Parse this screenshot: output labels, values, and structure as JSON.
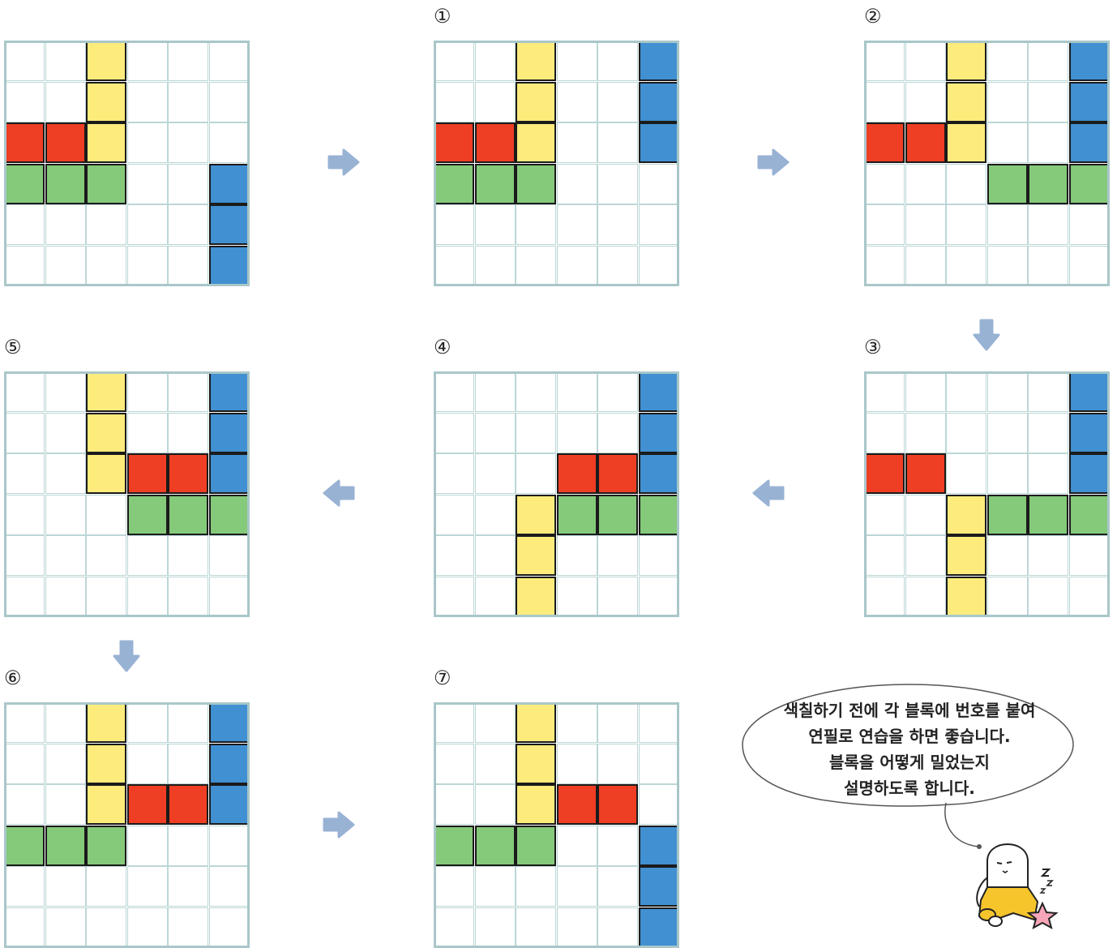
{
  "colors": {
    "yellow": "#fdec7c",
    "red": "#ee3e24",
    "green": "#85c97a",
    "blue": "#4190d2",
    "grid": "#bcd6d6",
    "frame": "#a9c7c9",
    "arrow": "#98b2d4"
  },
  "boards": [
    {
      "label": "",
      "blocks": [
        {
          "c": "yellow",
          "cells": [
            [
              2,
              0
            ],
            [
              2,
              1
            ],
            [
              2,
              2
            ]
          ]
        },
        {
          "c": "red",
          "cells": [
            [
              0,
              2
            ],
            [
              1,
              2
            ]
          ]
        },
        {
          "c": "green",
          "cells": [
            [
              0,
              3
            ],
            [
              1,
              3
            ],
            [
              2,
              3
            ]
          ]
        },
        {
          "c": "blue",
          "cells": [
            [
              5,
              3
            ],
            [
              5,
              4
            ],
            [
              5,
              5
            ]
          ]
        }
      ]
    },
    {
      "label": "①",
      "blocks": [
        {
          "c": "yellow",
          "cells": [
            [
              2,
              0
            ],
            [
              2,
              1
            ],
            [
              2,
              2
            ]
          ]
        },
        {
          "c": "red",
          "cells": [
            [
              0,
              2
            ],
            [
              1,
              2
            ]
          ]
        },
        {
          "c": "green",
          "cells": [
            [
              0,
              3
            ],
            [
              1,
              3
            ],
            [
              2,
              3
            ]
          ]
        },
        {
          "c": "blue",
          "cells": [
            [
              5,
              0
            ],
            [
              5,
              1
            ],
            [
              5,
              2
            ]
          ]
        }
      ]
    },
    {
      "label": "②",
      "blocks": [
        {
          "c": "yellow",
          "cells": [
            [
              2,
              0
            ],
            [
              2,
              1
            ],
            [
              2,
              2
            ]
          ]
        },
        {
          "c": "red",
          "cells": [
            [
              0,
              2
            ],
            [
              1,
              2
            ]
          ]
        },
        {
          "c": "green",
          "cells": [
            [
              3,
              3
            ],
            [
              4,
              3
            ],
            [
              5,
              3
            ]
          ]
        },
        {
          "c": "blue",
          "cells": [
            [
              5,
              0
            ],
            [
              5,
              1
            ],
            [
              5,
              2
            ]
          ]
        }
      ]
    },
    {
      "label": "③",
      "blocks": [
        {
          "c": "yellow",
          "cells": [
            [
              2,
              3
            ],
            [
              2,
              4
            ],
            [
              2,
              5
            ]
          ]
        },
        {
          "c": "red",
          "cells": [
            [
              0,
              2
            ],
            [
              1,
              2
            ]
          ]
        },
        {
          "c": "green",
          "cells": [
            [
              3,
              3
            ],
            [
              4,
              3
            ],
            [
              5,
              3
            ]
          ]
        },
        {
          "c": "blue",
          "cells": [
            [
              5,
              0
            ],
            [
              5,
              1
            ],
            [
              5,
              2
            ]
          ]
        }
      ]
    },
    {
      "label": "④",
      "blocks": [
        {
          "c": "yellow",
          "cells": [
            [
              2,
              3
            ],
            [
              2,
              4
            ],
            [
              2,
              5
            ]
          ]
        },
        {
          "c": "red",
          "cells": [
            [
              3,
              2
            ],
            [
              4,
              2
            ]
          ]
        },
        {
          "c": "green",
          "cells": [
            [
              3,
              3
            ],
            [
              4,
              3
            ],
            [
              5,
              3
            ]
          ]
        },
        {
          "c": "blue",
          "cells": [
            [
              5,
              0
            ],
            [
              5,
              1
            ],
            [
              5,
              2
            ]
          ]
        }
      ]
    },
    {
      "label": "⑤",
      "blocks": [
        {
          "c": "yellow",
          "cells": [
            [
              2,
              0
            ],
            [
              2,
              1
            ],
            [
              2,
              2
            ]
          ]
        },
        {
          "c": "red",
          "cells": [
            [
              3,
              2
            ],
            [
              4,
              2
            ]
          ]
        },
        {
          "c": "green",
          "cells": [
            [
              3,
              3
            ],
            [
              4,
              3
            ],
            [
              5,
              3
            ]
          ]
        },
        {
          "c": "blue",
          "cells": [
            [
              5,
              0
            ],
            [
              5,
              1
            ],
            [
              5,
              2
            ]
          ]
        }
      ]
    },
    {
      "label": "⑥",
      "blocks": [
        {
          "c": "yellow",
          "cells": [
            [
              2,
              0
            ],
            [
              2,
              1
            ],
            [
              2,
              2
            ]
          ]
        },
        {
          "c": "red",
          "cells": [
            [
              3,
              2
            ],
            [
              4,
              2
            ]
          ]
        },
        {
          "c": "green",
          "cells": [
            [
              0,
              3
            ],
            [
              1,
              3
            ],
            [
              2,
              3
            ]
          ]
        },
        {
          "c": "blue",
          "cells": [
            [
              5,
              0
            ],
            [
              5,
              1
            ],
            [
              5,
              2
            ]
          ]
        }
      ]
    },
    {
      "label": "⑦",
      "blocks": [
        {
          "c": "yellow",
          "cells": [
            [
              2,
              0
            ],
            [
              2,
              1
            ],
            [
              2,
              2
            ]
          ]
        },
        {
          "c": "red",
          "cells": [
            [
              3,
              2
            ],
            [
              4,
              2
            ]
          ]
        },
        {
          "c": "green",
          "cells": [
            [
              0,
              3
            ],
            [
              1,
              3
            ],
            [
              2,
              3
            ]
          ]
        },
        {
          "c": "blue",
          "cells": [
            [
              5,
              3
            ],
            [
              5,
              4
            ],
            [
              5,
              5
            ]
          ]
        }
      ]
    }
  ],
  "arrows": [
    "right",
    "right",
    "down",
    "left",
    "left",
    "down",
    "right"
  ],
  "tip": {
    "line1": "색칠하기 전에 각 블록에 번호를 붙여",
    "line2": "연필로 연습을 하면 좋습니다.",
    "line3": "블록을 어떻게 밀었는지",
    "line4": "설명하도록 합니다."
  }
}
